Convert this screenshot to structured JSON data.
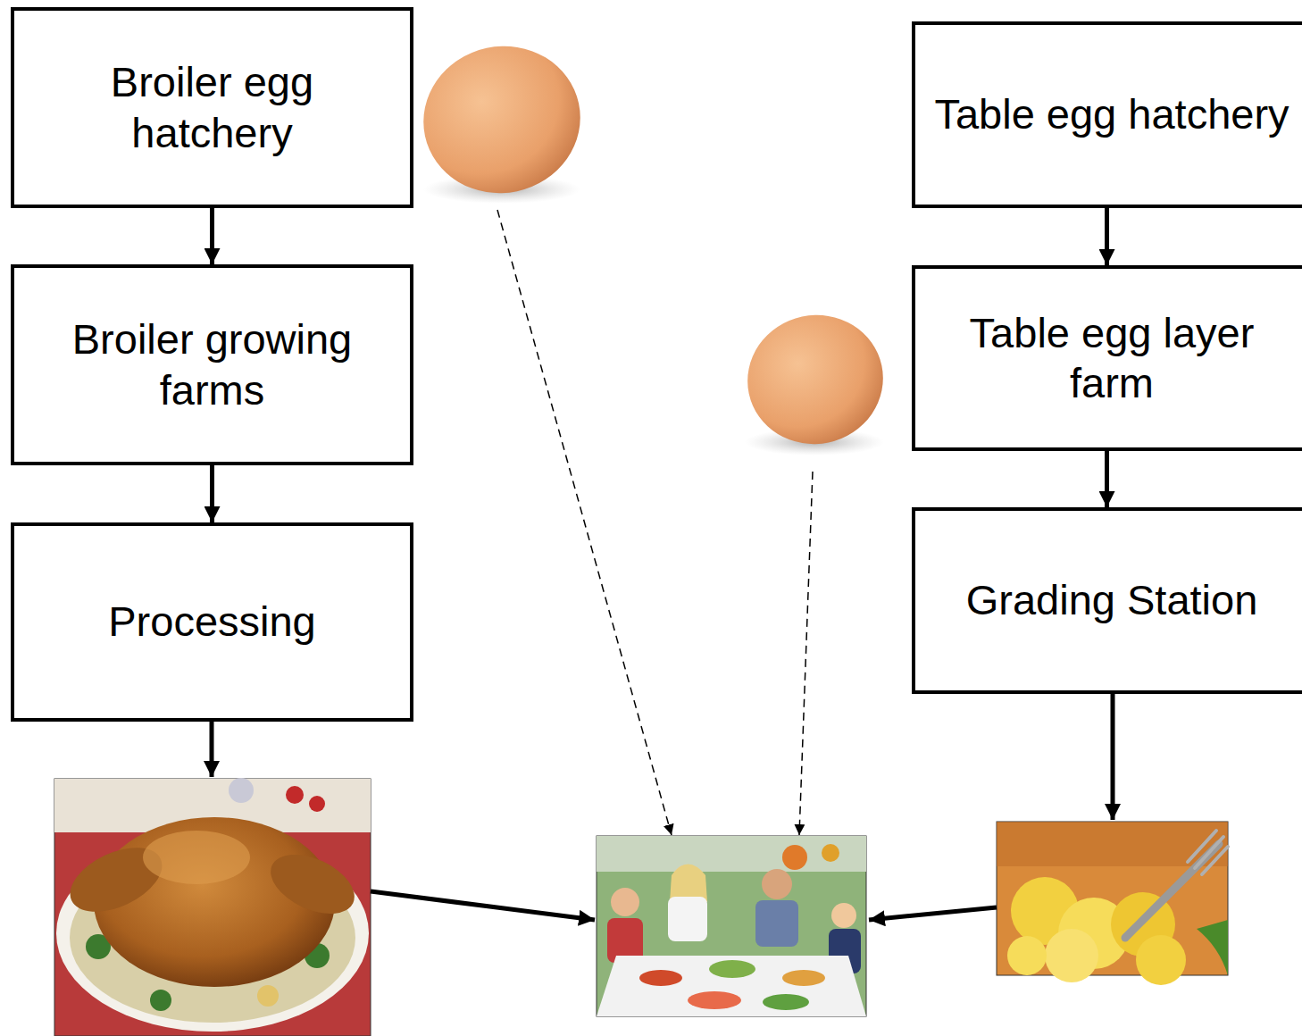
{
  "diagram": {
    "nodes": [
      {
        "text": [
          "Broiler egg hatchery"
        ]
      },
      {
        "text": [
          "Broiler growing farms"
        ]
      },
      {
        "text": [
          "Processing"
        ]
      },
      {
        "text": [
          "Table egg hatchery"
        ]
      },
      {
        "text": [
          "Table egg layer farm"
        ]
      },
      {
        "text": [
          "Grading Station"
        ]
      }
    ],
    "edges": [
      {
        "from": 0,
        "to": 1,
        "arrow": "to"
      },
      {
        "from": 1,
        "to": 2,
        "arrow": "to"
      },
      {
        "from": 3,
        "to": 4,
        "arrow": "to"
      },
      {
        "from": 4,
        "to": 5,
        "arrow": "to"
      }
    ]
  }
}
